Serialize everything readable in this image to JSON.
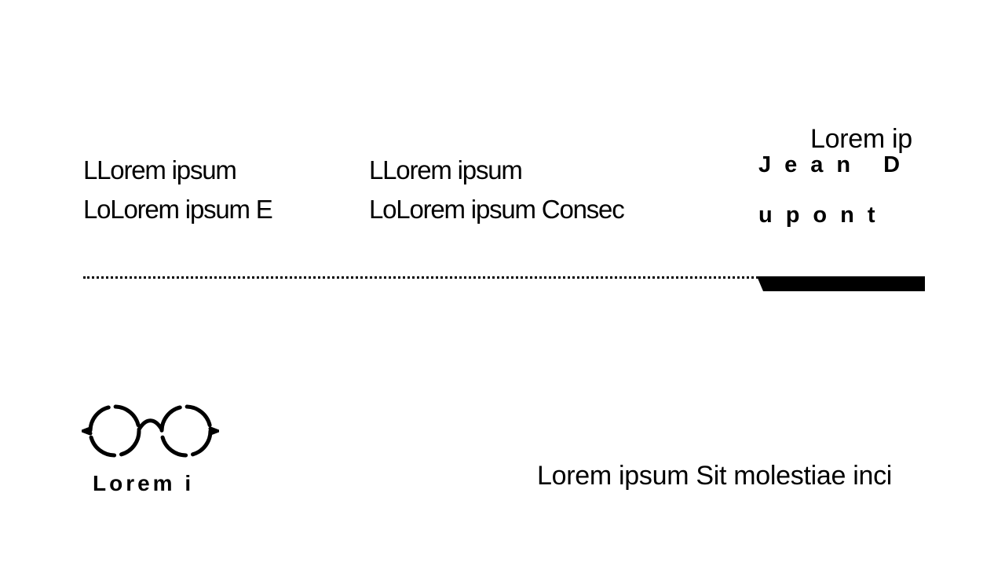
{
  "columns": [
    {
      "line1": "LLorem ipsum",
      "line2": "LoLorem ipsum E"
    },
    {
      "line1": "LLorem ipsum",
      "line2": "LoLorem ipsum Consec"
    }
  ],
  "top_right_text": "Lorem ip",
  "name": "Jean Dupont",
  "logo": {
    "icon": "glasses-icon",
    "label": "Lorem i"
  },
  "footer_text": "Lorem ipsum Sit molestiae inci"
}
